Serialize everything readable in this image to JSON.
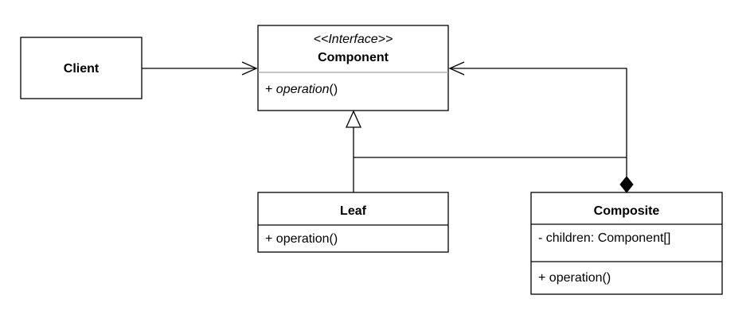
{
  "client": {
    "name": "Client"
  },
  "component": {
    "stereotype": "<<Interface>>",
    "name": "Component",
    "operation_prefix": "+ ",
    "operation_name": "operation",
    "operation_suffix": "()"
  },
  "leaf": {
    "name": "Leaf",
    "operation": "+ operation()"
  },
  "composite": {
    "name": "Composite",
    "attribute": "- children: Component[]",
    "operation": "+ operation()"
  }
}
